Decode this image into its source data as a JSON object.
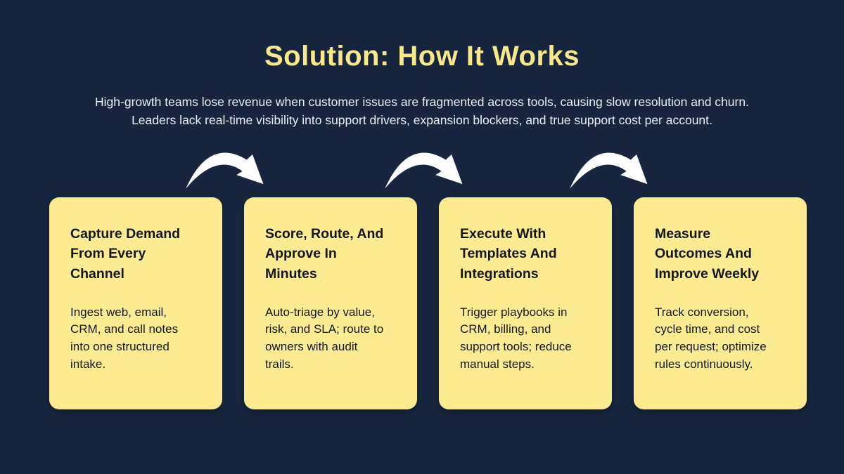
{
  "slide": {
    "title": "Solution: How It Works",
    "subtitle_lines": [
      "High-growth teams lose revenue when customer issues are fragmented across tools, causing slow resolution and churn.",
      "Leaders lack real-time visibility into support drivers, expansion blockers, and true support cost per account."
    ]
  },
  "steps": [
    {
      "title": "Capture Demand\nFrom Every\nChannel",
      "description": "Ingest web, email,\nCRM, and call notes\ninto one structured\nintake."
    },
    {
      "title": "Score, Route, And\nApprove In\nMinutes",
      "description": "Auto-triage by value,\nrisk, and SLA; route to\nowners with audit\ntrails."
    },
    {
      "title": "Execute With\nTemplates And\nIntegrations",
      "description": "Trigger playbooks in\nCRM, billing, and\nsupport tools; reduce\nmanual steps."
    },
    {
      "title": "Measure\nOutcomes And\nImprove Weekly",
      "description": "Track conversion,\ncycle time, and cost\nper request; optimize\nrules continuously."
    }
  ],
  "icons": {
    "step_connector": "curved-arrow-icon"
  },
  "colors": {
    "background": "#17263E",
    "card": "#FDEB91",
    "title": "#F8E88D",
    "subtitle": "#EAEFF5",
    "card_text": "#14161A",
    "arrow": "#FFFFFF"
  }
}
